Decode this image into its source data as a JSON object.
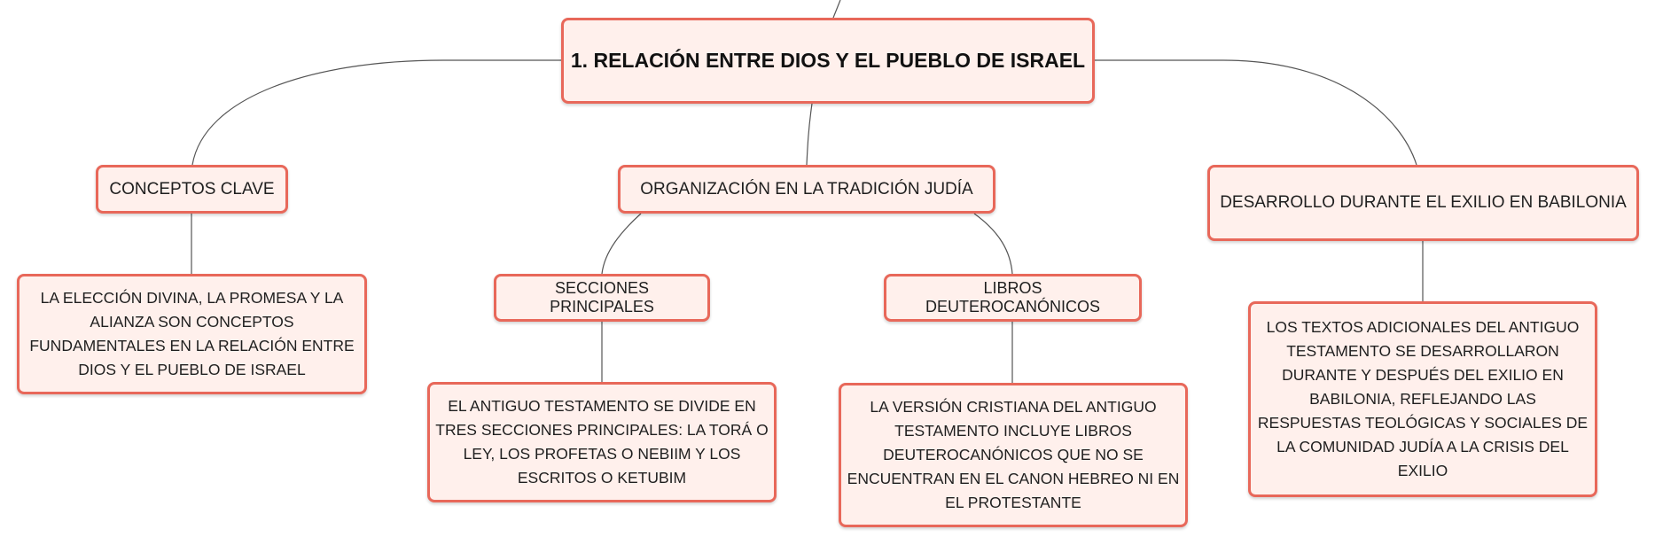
{
  "root": {
    "label": "1. RELACIÓN ENTRE DIOS Y EL PUEBLO DE ISRAEL"
  },
  "branches": {
    "conceptos": {
      "label": "CONCEPTOS CLAVE",
      "detail": "LA ELECCIÓN DIVINA, LA PROMESA Y LA ALIANZA SON CONCEPTOS FUNDAMENTALES EN LA RELACIÓN ENTRE DIOS Y EL PUEBLO DE ISRAEL"
    },
    "organizacion": {
      "label": "ORGANIZACIÓN EN LA TRADICIÓN JUDÍA",
      "secciones": {
        "label": "SECCIONES PRINCIPALES",
        "detail": "EL ANTIGUO TESTAMENTO SE DIVIDE EN TRES SECCIONES PRINCIPALES: LA TORÁ O LEY, LOS PROFETAS O NEBIIM Y LOS ESCRITOS O KETUBIM"
      },
      "libros": {
        "label": "LIBROS DEUTEROCANÓNICOS",
        "detail": "LA VERSIÓN CRISTIANA DEL ANTIGUO TESTAMENTO INCLUYE LIBROS DEUTEROCANÓNICOS QUE NO SE ENCUENTRAN EN EL CANON HEBREO NI EN EL PROTESTANTE"
      }
    },
    "desarrollo": {
      "label": "DESARROLLO DURANTE EL EXILIO EN BABILONIA",
      "detail": "LOS TEXTOS ADICIONALES DEL ANTIGUO TESTAMENTO SE DESARROLLARON DURANTE Y DESPUÉS DEL EXILIO EN BABILONIA, REFLEJANDO LAS RESPUESTAS TEOLÓGICAS Y SOCIALES DE LA COMUNIDAD JUDÍA A LA CRISIS DEL EXILIO"
    }
  },
  "colors": {
    "node_fill": "#fff0ec",
    "node_border": "#e8685a",
    "connector": "#555555"
  }
}
